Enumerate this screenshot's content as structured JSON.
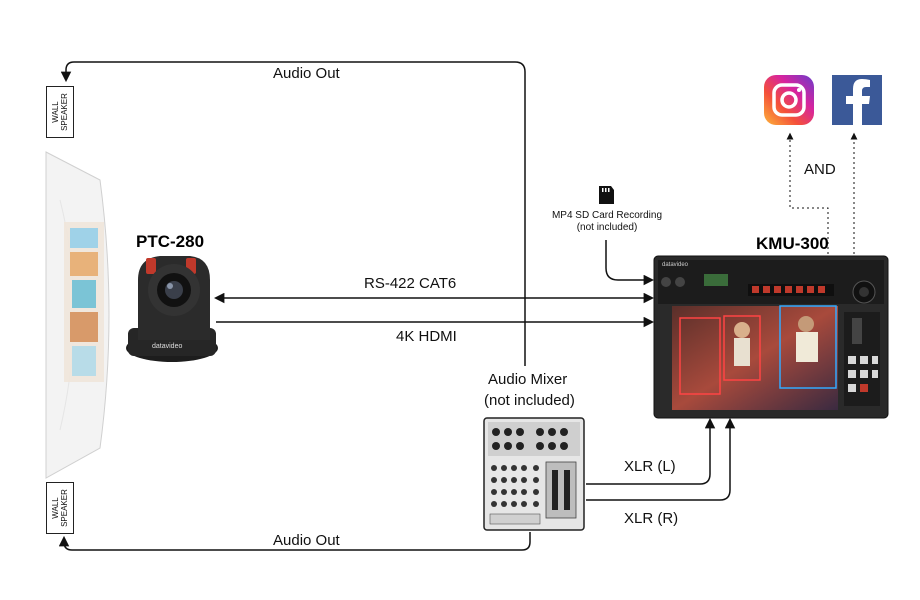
{
  "devices": {
    "camera_label": "PTC-280",
    "switcher_label": "KMU-300",
    "camera_brand": "datavideo",
    "switcher_brand": "datavideo"
  },
  "speakers": {
    "top_label": "WALL SPEAKER",
    "bottom_label": "WALL SPEAKER"
  },
  "connections": {
    "rs422": "RS-422 CAT6",
    "hdmi": "4K HDMI",
    "audio_out_top": "Audio Out",
    "audio_out_bottom": "Audio Out",
    "xlr_left": "XLR (L)",
    "xlr_right": "XLR (R)",
    "and": "AND"
  },
  "mixer": {
    "line1": "Audio Mixer",
    "line2": "(not included)"
  },
  "recording": {
    "line1": "MP4 SD Card Recording",
    "line2": "(not included)"
  },
  "social": {
    "instagram_color": "#d6249f",
    "facebook_color": "#3b5998"
  }
}
